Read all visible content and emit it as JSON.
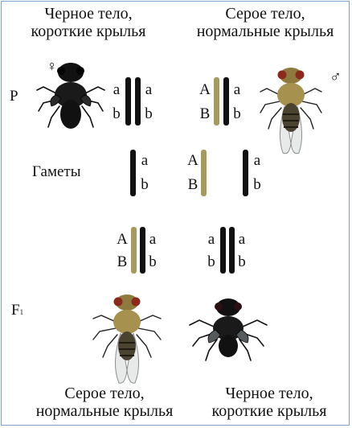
{
  "header": {
    "female_parent": [
      "Черное тело,",
      "короткие крылья"
    ],
    "male_parent": [
      "Серое тело,",
      "нормальные крылья"
    ]
  },
  "symbols": {
    "female": "♀",
    "male": "♂"
  },
  "generations": {
    "parents": "P",
    "f1_main": "F",
    "f1_sub": "1"
  },
  "gametes_label": "Гаметы",
  "alleles": {
    "A": "A",
    "a": "a",
    "B": "B",
    "b": "b"
  },
  "footer": {
    "left": [
      "Серое тело,",
      "нормальные крылья"
    ],
    "right": [
      "Черное тело,",
      "короткие крылья"
    ]
  },
  "colors": {
    "border": "#7fa3c8",
    "black_chromosome": "#111111",
    "gray_chromosome": "#a79a5d"
  }
}
